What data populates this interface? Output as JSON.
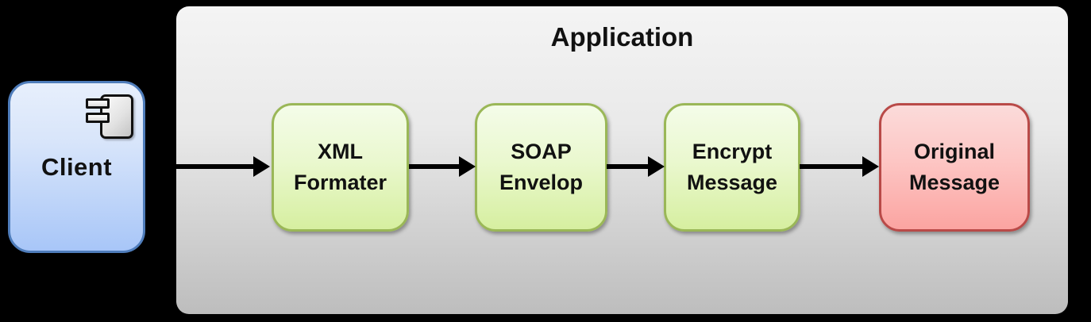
{
  "canvas": {
    "background_color": "#000000"
  },
  "client": {
    "label": "Client",
    "icon": "uml-component-icon",
    "fill_top": "#e7effc",
    "fill_bottom": "#a8c6f8",
    "border_color": "#4f7dbb"
  },
  "application": {
    "title": "Application",
    "fill_top": "#f4f4f4",
    "fill_bottom": "#bdbdbd"
  },
  "flow": {
    "boxes": [
      {
        "label": "XML Formater",
        "type": "process",
        "fill_top": "#f4fce9",
        "fill_bottom": "#d6efa0",
        "border_color": "#9ab757"
      },
      {
        "label": "SOAP Envelop",
        "type": "process",
        "fill_top": "#f4fce9",
        "fill_bottom": "#d6efa0",
        "border_color": "#9ab757"
      },
      {
        "label": "Encrypt Message",
        "type": "process",
        "fill_top": "#f4fce9",
        "fill_bottom": "#d6efa0",
        "border_color": "#9ab757"
      },
      {
        "label": "Original Message",
        "type": "result",
        "fill_top": "#fbdbda",
        "fill_bottom": "#fba4a1",
        "border_color": "#b94a48"
      }
    ],
    "connections": [
      {
        "from": "Client",
        "to": "XML Formater"
      },
      {
        "from": "XML Formater",
        "to": "SOAP Envelop"
      },
      {
        "from": "SOAP Envelop",
        "to": "Encrypt Message"
      },
      {
        "from": "Encrypt Message",
        "to": "Original Message"
      }
    ],
    "arrow_color": "#000000"
  }
}
